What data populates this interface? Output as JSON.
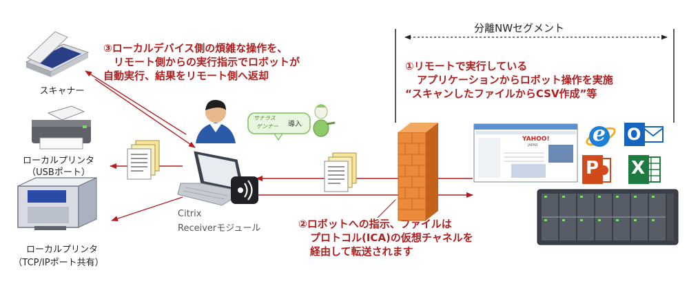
{
  "segment": {
    "label": "分離NWセグメント"
  },
  "annotations": {
    "step3": [
      "③ローカルデバイス側の煩雑な操作を、",
      "リモート側からの実行指示でロボットが",
      "自動実行、結果をリモート側へ返却"
    ],
    "step1": [
      "①リモートで実行している",
      "アプリケーションからロボット操作を実施",
      "“スキャンしたファイルからCSV作成”等"
    ],
    "step2": [
      "②ロボットへの指示、ファイルは",
      "プロトコル(ICA)の仮想チャネルを",
      "経由して転送されます"
    ]
  },
  "devices": {
    "scanner": "スキャナー",
    "usb_printer": [
      "ローカルプリンタ",
      "（USBポート）"
    ],
    "tcp_printer": [
      "ローカルプリンタ",
      "（TCP/IPポート共有）"
    ],
    "receiver": [
      "Citrix",
      "Receiverモジュール"
    ]
  },
  "bubble": {
    "line1": "サナラス",
    "line2": "ゲンナー",
    "word": "導入"
  },
  "screenshot": {
    "logo": "YAHOO!",
    "logo_sub": "JAPAN"
  },
  "apps": {
    "ie": "e",
    "outlook": "O",
    "powerpoint": "P",
    "excel": "X"
  },
  "colors": {
    "arrow": "#b01e1e",
    "firewall": "#e87a26",
    "text_red": "#b01e1e"
  }
}
